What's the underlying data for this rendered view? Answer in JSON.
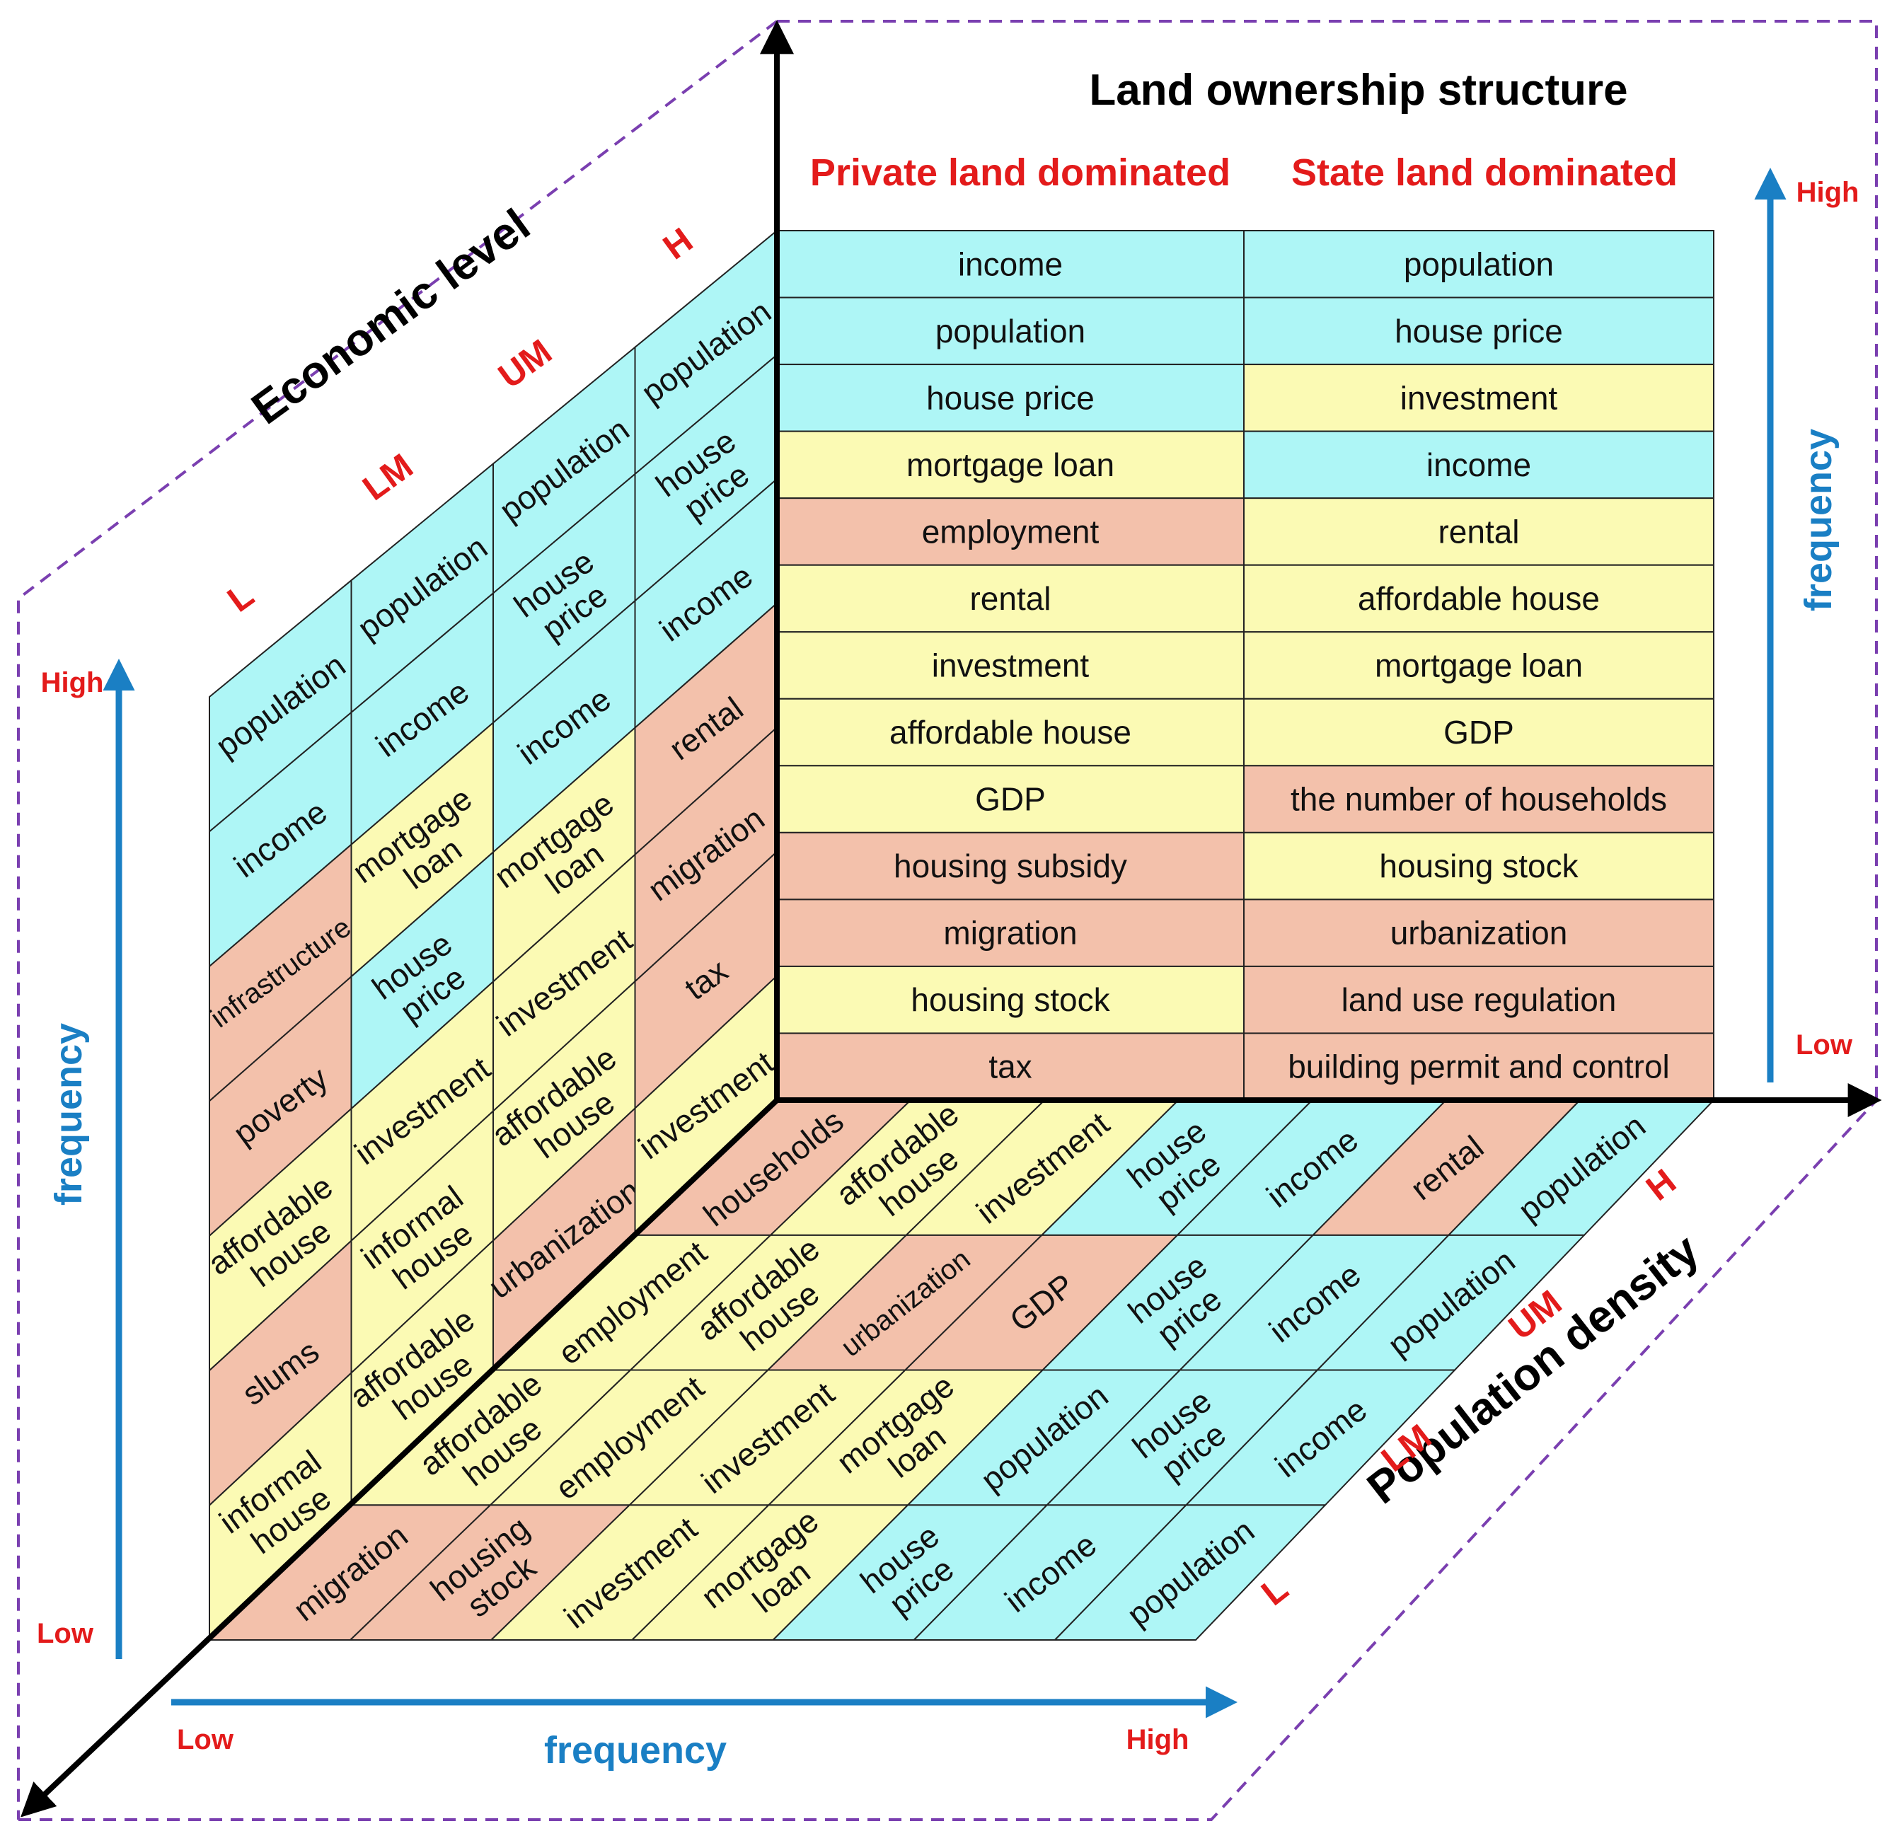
{
  "colors": {
    "cyan": "#aef6f6",
    "yellow": "#fbfab4",
    "salmon": "#f3c1ab",
    "red": "#e31b1b",
    "blue": "#1a7fc4",
    "purple": "#7a3fb0",
    "grid": "#222222"
  },
  "right_panel": {
    "title": "Land ownership structure",
    "col_headers": [
      "Private land dominated",
      "State land dominated"
    ],
    "columns": [
      [
        {
          "text": "income",
          "color": "cyan"
        },
        {
          "text": "population",
          "color": "cyan"
        },
        {
          "text": "house price",
          "color": "cyan"
        },
        {
          "text": "mortgage loan",
          "color": "yellow"
        },
        {
          "text": "employment",
          "color": "salmon"
        },
        {
          "text": "rental",
          "color": "yellow"
        },
        {
          "text": "investment",
          "color": "yellow"
        },
        {
          "text": "affordable house",
          "color": "yellow"
        },
        {
          "text": "GDP",
          "color": "yellow"
        },
        {
          "text": "housing subsidy",
          "color": "salmon"
        },
        {
          "text": "migration",
          "color": "salmon"
        },
        {
          "text": "housing stock",
          "color": "yellow"
        },
        {
          "text": "tax",
          "color": "salmon"
        }
      ],
      [
        {
          "text": "population",
          "color": "cyan"
        },
        {
          "text": "house price",
          "color": "cyan"
        },
        {
          "text": "investment",
          "color": "yellow"
        },
        {
          "text": "income",
          "color": "cyan"
        },
        {
          "text": "rental",
          "color": "yellow"
        },
        {
          "text": "affordable house",
          "color": "yellow"
        },
        {
          "text": "mortgage loan",
          "color": "yellow"
        },
        {
          "text": "GDP",
          "color": "yellow"
        },
        {
          "text": "the number of households",
          "color": "salmon"
        },
        {
          "text": "housing stock",
          "color": "yellow"
        },
        {
          "text": "urbanization",
          "color": "salmon"
        },
        {
          "text": "land use regulation",
          "color": "salmon"
        },
        {
          "text": "building permit and control",
          "color": "salmon"
        }
      ]
    ],
    "freq_label": "frequency",
    "high": "High",
    "low": "Low"
  },
  "left_panel": {
    "title": "Economic level",
    "levels": [
      "L",
      "LM",
      "UM",
      "H"
    ],
    "columns": [
      [
        {
          "text": "population",
          "color": "cyan"
        },
        {
          "text": "income",
          "color": "cyan"
        },
        {
          "text": "infrastructure",
          "color": "salmon"
        },
        {
          "text": "poverty",
          "color": "salmon"
        },
        {
          "text": "affordable\nhouse",
          "color": "yellow"
        },
        {
          "text": "slums",
          "color": "salmon"
        },
        {
          "text": "informal\nhouse",
          "color": "yellow"
        }
      ],
      [
        {
          "text": "population",
          "color": "cyan"
        },
        {
          "text": "income",
          "color": "cyan"
        },
        {
          "text": "mortgage\nloan",
          "color": "yellow"
        },
        {
          "text": "house\nprice",
          "color": "cyan"
        },
        {
          "text": "investment",
          "color": "yellow"
        },
        {
          "text": "informal\nhouse",
          "color": "yellow"
        },
        {
          "text": "affordable\nhouse",
          "color": "yellow"
        }
      ],
      [
        {
          "text": "population",
          "color": "cyan"
        },
        {
          "text": "house\nprice",
          "color": "cyan"
        },
        {
          "text": "income",
          "color": "cyan"
        },
        {
          "text": "mortgage\nloan",
          "color": "yellow"
        },
        {
          "text": "investment",
          "color": "yellow"
        },
        {
          "text": "affordable\nhouse",
          "color": "yellow"
        },
        {
          "text": "urbanization",
          "color": "salmon"
        }
      ],
      [
        {
          "text": "population",
          "color": "cyan"
        },
        {
          "text": "house\nprice",
          "color": "cyan"
        },
        {
          "text": "income",
          "color": "cyan"
        },
        {
          "text": "rental",
          "color": "salmon"
        },
        {
          "text": "migration",
          "color": "salmon"
        },
        {
          "text": "tax",
          "color": "salmon"
        },
        {
          "text": "investment",
          "color": "yellow"
        }
      ]
    ],
    "freq_label": "frequency",
    "high": "High",
    "low": "Low"
  },
  "bottom_panel": {
    "title": "Population density",
    "levels": [
      "L",
      "LM",
      "UM",
      "H"
    ],
    "rows": [
      [
        {
          "text": "migration",
          "color": "salmon"
        },
        {
          "text": "housing\nstock",
          "color": "salmon"
        },
        {
          "text": "investment",
          "color": "yellow"
        },
        {
          "text": "mortgage\nloan",
          "color": "yellow"
        },
        {
          "text": "house\nprice",
          "color": "cyan"
        },
        {
          "text": "income",
          "color": "cyan"
        },
        {
          "text": "population",
          "color": "cyan"
        }
      ],
      [
        {
          "text": "affordable\nhouse",
          "color": "yellow"
        },
        {
          "text": "employment",
          "color": "yellow"
        },
        {
          "text": "investment",
          "color": "yellow"
        },
        {
          "text": "mortgage\nloan",
          "color": "yellow"
        },
        {
          "text": "population",
          "color": "cyan"
        },
        {
          "text": "house\nprice",
          "color": "cyan"
        },
        {
          "text": "income",
          "color": "cyan"
        }
      ],
      [
        {
          "text": "employment",
          "color": "yellow"
        },
        {
          "text": "affordable\nhouse",
          "color": "yellow"
        },
        {
          "text": "urbanization",
          "color": "salmon"
        },
        {
          "text": "GDP",
          "color": "salmon"
        },
        {
          "text": "house\nprice",
          "color": "cyan"
        },
        {
          "text": "income",
          "color": "cyan"
        },
        {
          "text": "population",
          "color": "cyan"
        }
      ],
      [
        {
          "text": "households",
          "color": "salmon"
        },
        {
          "text": "affordable\nhouse",
          "color": "yellow"
        },
        {
          "text": "investment",
          "color": "yellow"
        },
        {
          "text": "house\nprice",
          "color": "cyan"
        },
        {
          "text": "income",
          "color": "cyan"
        },
        {
          "text": "rental",
          "color": "salmon"
        },
        {
          "text": "population",
          "color": "cyan"
        }
      ]
    ],
    "freq_label": "frequency",
    "high": "High",
    "low": "Low"
  }
}
